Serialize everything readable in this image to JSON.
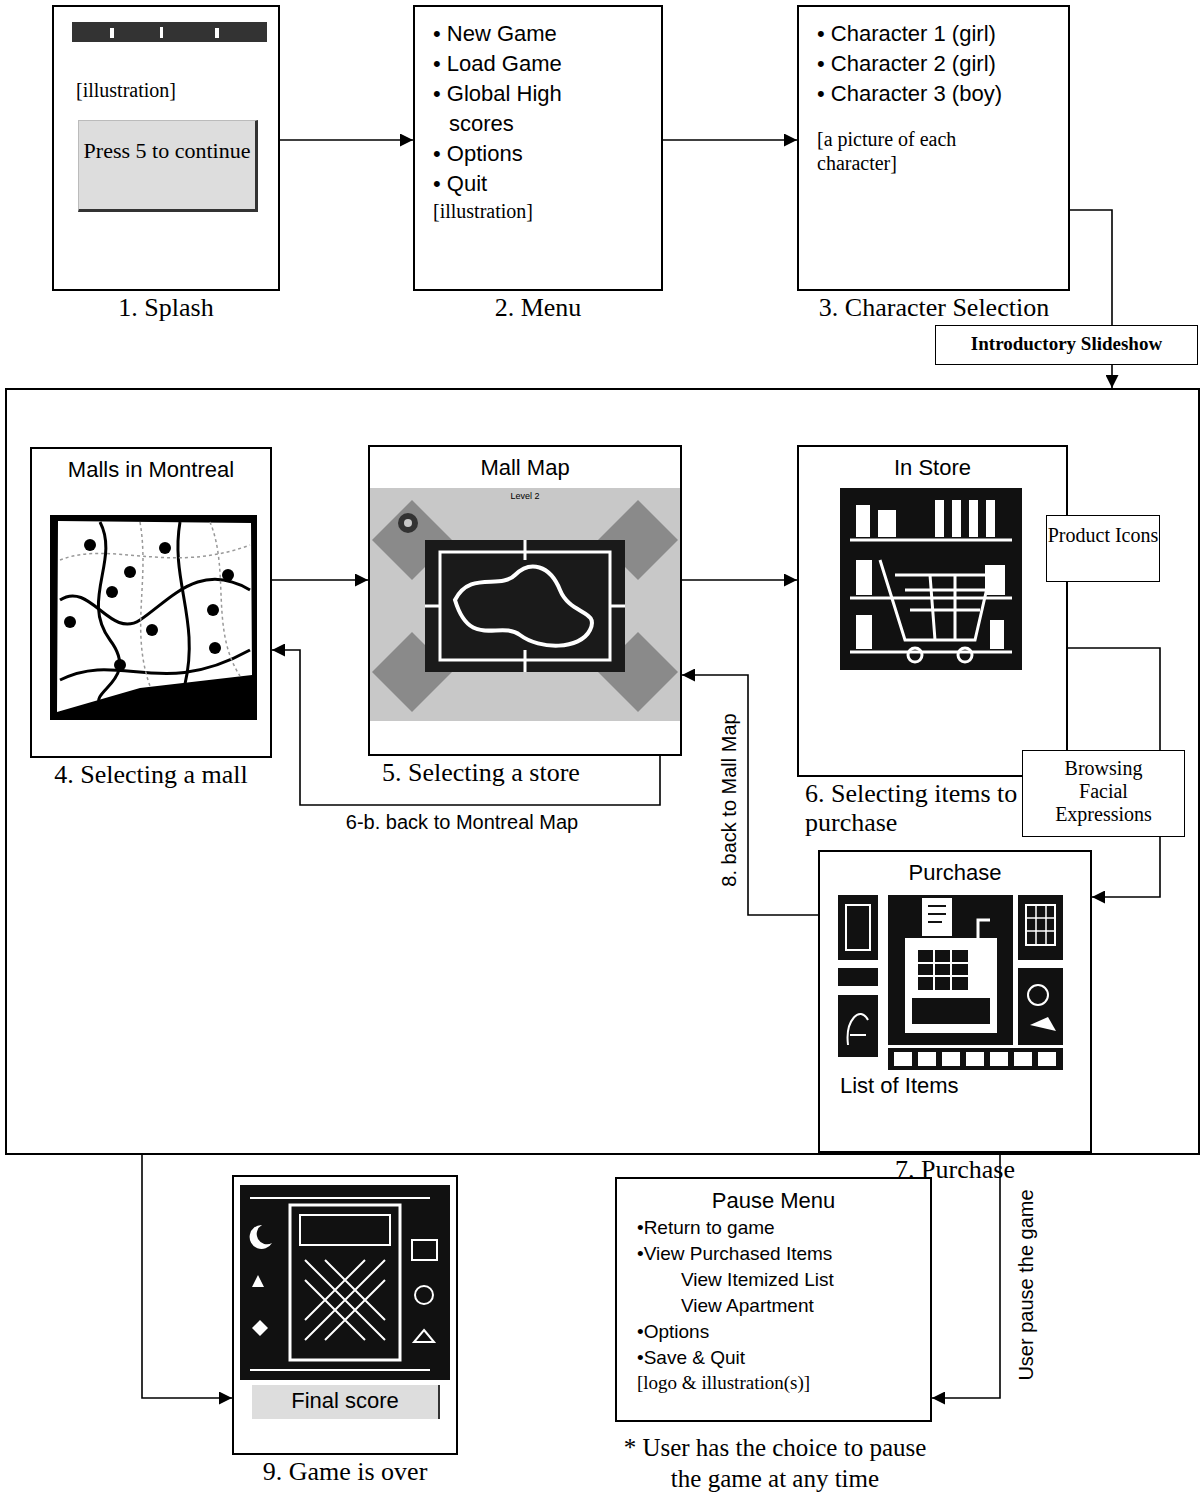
{
  "diagram": {
    "nodes": [
      {
        "text": [
          "[illustration]",
          "1. Splash"
        ]
      },
      {
        "text": [
          "Press 5 to continue"
        ],
        "in": 0
      },
      {
        "text": [
          "• New Game",
          "• Load Game",
          "• Global High scores",
          "• Options",
          "• Quit",
          "[illustration]",
          "2. Menu"
        ]
      },
      {
        "text": [
          "• Character 1 (girl)",
          "• Character 2 (girl)",
          "• Character 3 (boy)",
          "[a picture of each character]",
          "3. Character Selection"
        ]
      },
      {
        "text": [
          "Introductory Slideshow"
        ]
      },
      {
        "text": []
      },
      {
        "text": [
          "Malls in Montreal",
          "4. Selecting a mall"
        ],
        "in": 5
      },
      {
        "text": [
          "Mall Map",
          "Level 2",
          "5. Selecting a store"
        ],
        "in": 5
      },
      {
        "text": [
          "In Store",
          "6. Selecting items to purchase"
        ],
        "in": 5
      },
      {
        "text": [
          "Product Icons"
        ],
        "in": 5
      },
      {
        "text": [
          "Browsing Facial Expressions"
        ],
        "in": 5
      },
      {
        "text": [
          "Purchase",
          "List of Items",
          "7. Purchase"
        ],
        "in": 5
      },
      {
        "text": [
          "Final score",
          "9. Game is over"
        ]
      },
      {
        "text": [
          "Pause Menu",
          "•Return to game",
          "•View Purchased Items",
          "View Itemized List",
          "View Apartment",
          "•Options",
          "•Save & Quit",
          "[logo & illustration(s)]"
        ]
      }
    ],
    "edges": [
      {
        "from": 0,
        "to": 2,
        "arrow": "to"
      },
      {
        "from": 2,
        "to": 3,
        "arrow": "to"
      },
      {
        "from": 3,
        "to": 4,
        "arrow": "none"
      },
      {
        "from": 4,
        "to": 5,
        "arrow": "to"
      },
      {
        "from": 6,
        "to": 7,
        "arrow": "to"
      },
      {
        "from": 7,
        "to": 6,
        "label": "6-b. back to Montreal Map",
        "arrow": "to"
      },
      {
        "from": 7,
        "to": 8,
        "arrow": "to"
      },
      {
        "from": 8,
        "to": 10,
        "arrow": "none"
      },
      {
        "from": 10,
        "to": 11,
        "arrow": "to"
      },
      {
        "from": 11,
        "to": 7,
        "label": "8. back to Mall Map",
        "arrow": "to"
      },
      {
        "from": 5,
        "to": 12,
        "arrow": "to"
      },
      {
        "from": 5,
        "to": 13,
        "label": "User pause the game",
        "arrow": "to"
      }
    ],
    "labels": [
      "* User has the choice to pause the game at any time"
    ]
  }
}
